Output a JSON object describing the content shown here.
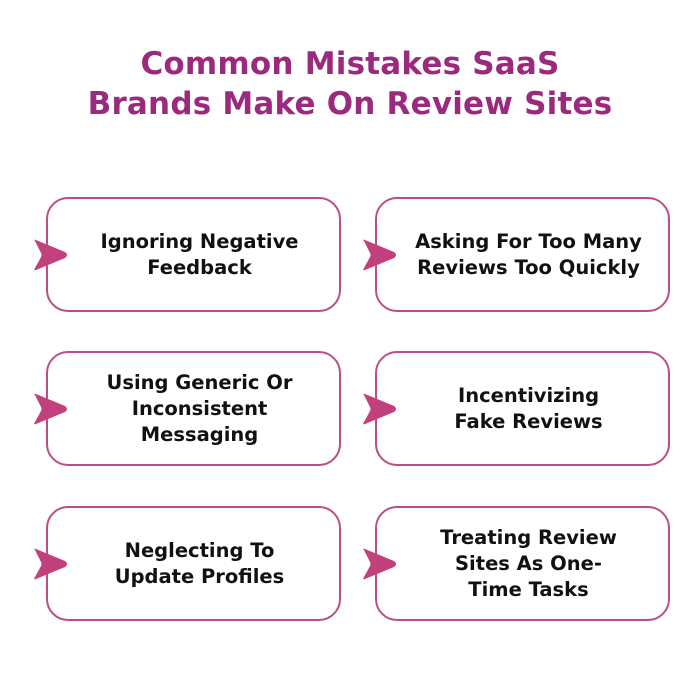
{
  "title": {
    "line1": "Common Mistakes SaaS",
    "line2": "Brands Make On Review Sites"
  },
  "colors": {
    "title": "#9b2a7e",
    "card_border": "#b94f84",
    "arrow": "#c2407b",
    "card_text": "#111111"
  },
  "icons": {
    "card_marker": "arrow-pointer-icon"
  },
  "cards": [
    {
      "lines": [
        "Ignoring Negative",
        "Feedback"
      ]
    },
    {
      "lines": [
        "Asking For Too Many",
        "Reviews Too Quickly"
      ]
    },
    {
      "lines": [
        "Using Generic Or",
        "Inconsistent",
        "Messaging"
      ]
    },
    {
      "lines": [
        "Incentivizing",
        "Fake Reviews"
      ]
    },
    {
      "lines": [
        "Neglecting To",
        "Update Profiles"
      ]
    },
    {
      "lines": [
        "Treating Review",
        "Sites As One-",
        "Time Tasks"
      ]
    }
  ]
}
